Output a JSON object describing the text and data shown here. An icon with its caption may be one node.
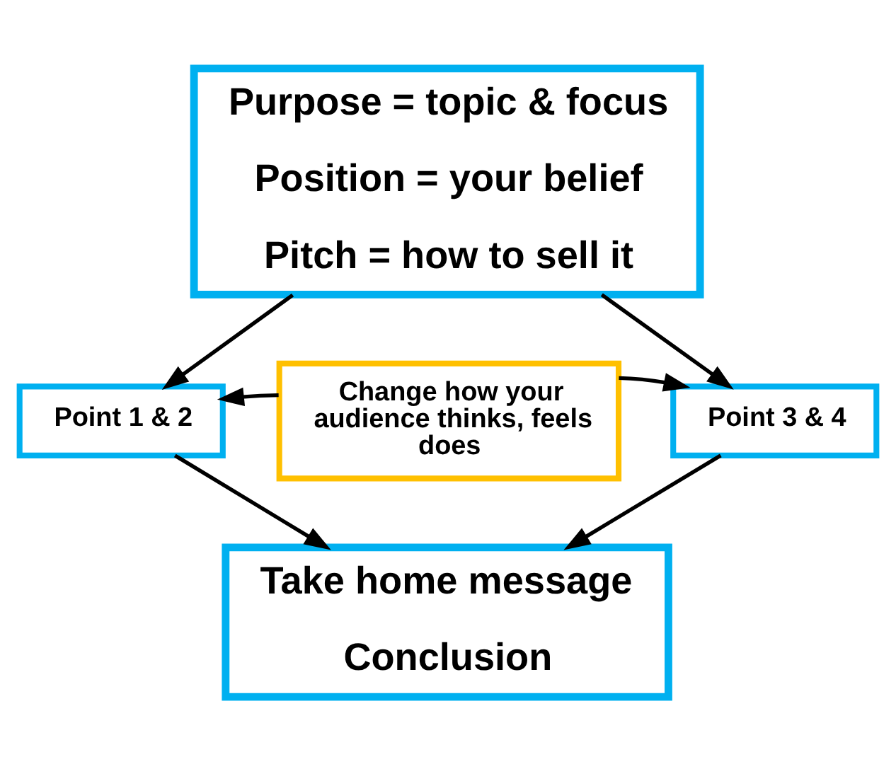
{
  "diagram": {
    "nodes": [
      {
        "text": [
          "Purpose = topic & focus",
          "Position = your belief",
          "Pitch = how to sell it"
        ]
      },
      {
        "text": [
          "Point 1 & 2"
        ]
      },
      {
        "text": [
          "Change how your audience thinks, feels does"
        ]
      },
      {
        "text": [
          "Point 3 & 4"
        ]
      },
      {
        "text": [
          "Take home message",
          "Conclusion"
        ]
      }
    ],
    "edges": [
      {
        "from": 0,
        "to": 1,
        "arrow": "to"
      },
      {
        "from": 0,
        "to": 3,
        "arrow": "to"
      },
      {
        "from": 2,
        "to": 1,
        "arrow": "to"
      },
      {
        "from": 2,
        "to": 3,
        "arrow": "to"
      },
      {
        "from": 1,
        "to": 4,
        "arrow": "to"
      },
      {
        "from": 3,
        "to": 4,
        "arrow": "to"
      }
    ]
  }
}
